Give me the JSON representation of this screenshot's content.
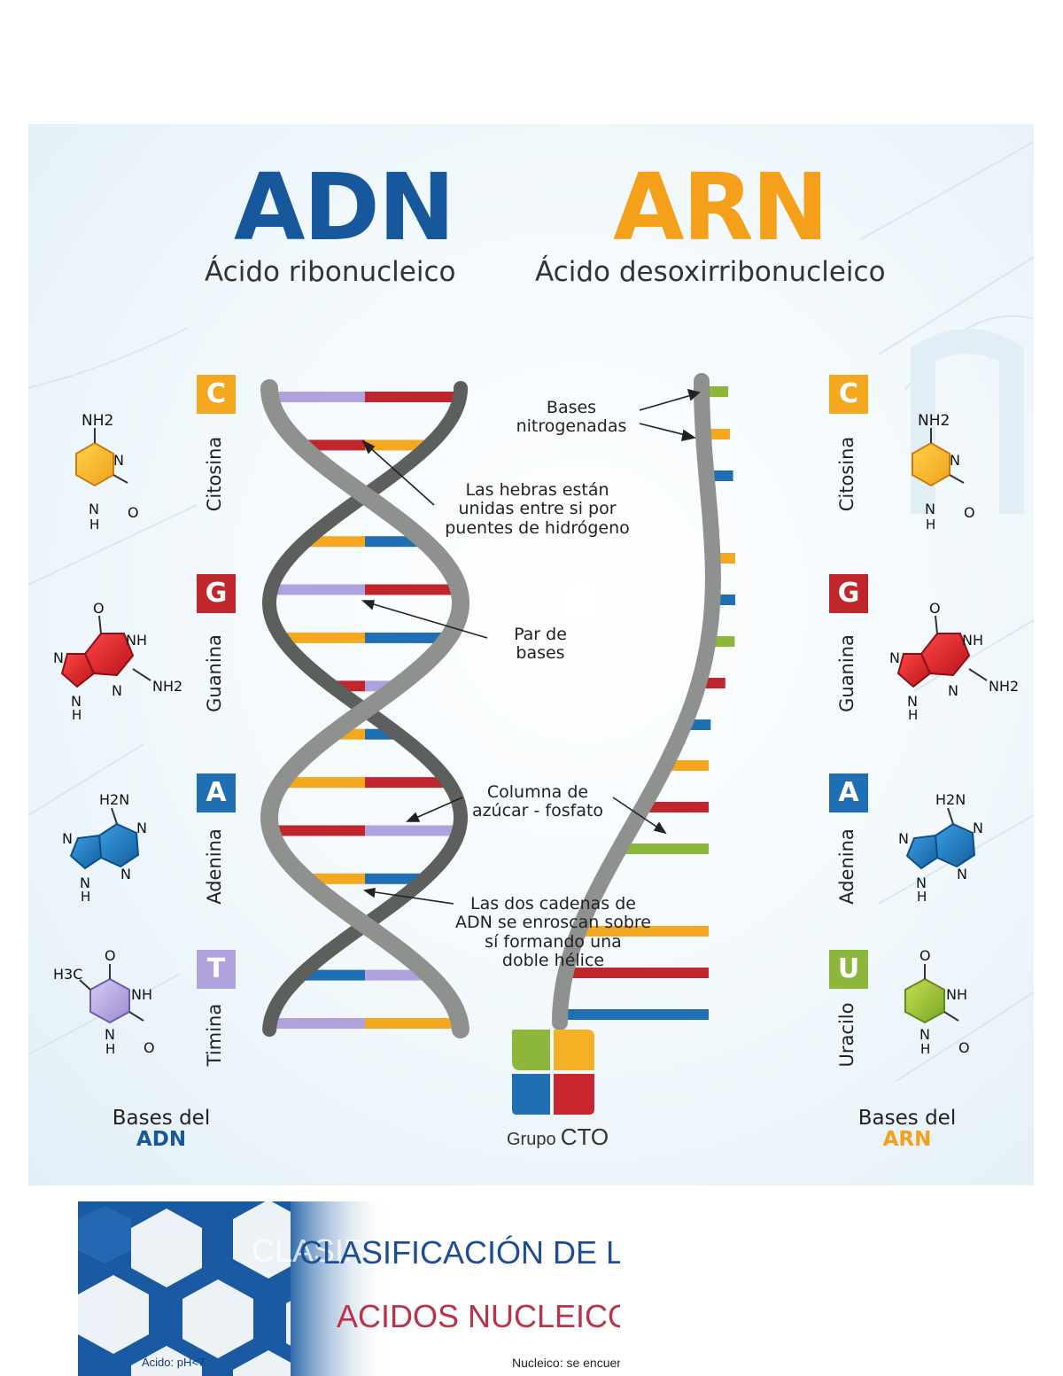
{
  "adn": {
    "title": "ADN",
    "subtitle": "Ácido ribonucleico",
    "bases_label": "Bases del",
    "bases_name": "ADN",
    "bases": [
      {
        "letter": "C",
        "name": "Citosina",
        "color": "#f3a81f"
      },
      {
        "letter": "G",
        "name": "Guanina",
        "color": "#c0272d"
      },
      {
        "letter": "A",
        "name": "Adenina",
        "color": "#1f6fb2"
      },
      {
        "letter": "T",
        "name": "Timina",
        "color": "#b0a2dc"
      }
    ]
  },
  "arn": {
    "title": "ARN",
    "subtitle": "Ácido desoxirribonucleico",
    "bases_label": "Bases del",
    "bases_name": "ARN",
    "bases": [
      {
        "letter": "C",
        "name": "Citosina",
        "color": "#f3a81f"
      },
      {
        "letter": "G",
        "name": "Guanina",
        "color": "#c0272d"
      },
      {
        "letter": "A",
        "name": "Adenina",
        "color": "#1f6fb2"
      },
      {
        "letter": "U",
        "name": "Uracilo",
        "color": "#8cb63c"
      }
    ]
  },
  "colors": {
    "adn_blue": "#17589c",
    "arn_orange": "#f5a01a",
    "strand_gray": "#8e918e",
    "strand_dark": "#5c5f5c"
  },
  "annotations": {
    "bases_nitrogenadas": [
      "Bases",
      "nitrogenadas"
    ],
    "hebras": [
      "Las hebras están",
      "unidas entre si por",
      "puentes de hidrógeno"
    ],
    "par_bases": [
      "Par de",
      "bases"
    ],
    "columna": [
      "Columna de",
      "azúcar - fosfato"
    ],
    "cadenas": [
      "Las dos cadenas de",
      "ADN se enroscan sobre",
      "sí formando una",
      "doble hélice"
    ]
  },
  "molecules": {
    "citosina": [
      "NH2",
      "N",
      "N",
      "H",
      "O"
    ],
    "guanina": [
      "O",
      "NH",
      "N",
      "NH2",
      "N",
      "N",
      "H"
    ],
    "adenina": [
      "H2N",
      "N",
      "N",
      "N",
      "N",
      "H"
    ],
    "timina": [
      "H3C",
      "O",
      "NH",
      "N",
      "H",
      "O"
    ],
    "uracilo": [
      "O",
      "NH",
      "N",
      "H",
      "O"
    ]
  },
  "logo": {
    "text_a": "Grupo",
    "text_b": "CTO"
  },
  "banner": {
    "title_line1": "CLASIFICACIÓN DE LOS",
    "title_line2": "ACIDOS NUCLEICOS",
    "ghost_text": "CLASIF   CACIÓN D",
    "small_left": "Ácido: pH<7",
    "small_right": "Nucleico: se encuentra en el núcleo"
  }
}
